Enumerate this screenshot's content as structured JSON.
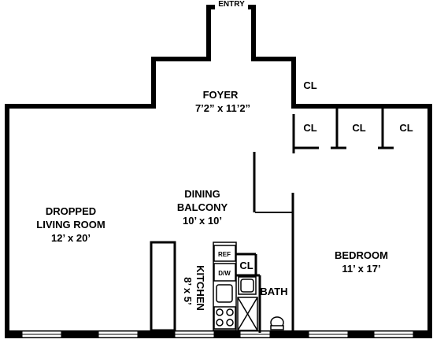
{
  "plan": {
    "entry": "ENTRY",
    "foyer": {
      "name": "FOYER",
      "size": "7’2” x 11’2”"
    },
    "living_room": {
      "name_line1": "DROPPED",
      "name_line2": "LIVING ROOM",
      "size": "12’ x 20’"
    },
    "dining": {
      "name_line1": "DINING",
      "name_line2": "BALCONY",
      "size": "10’ x 10’"
    },
    "kitchen": {
      "name": "KITCHEN",
      "size": "8’ x 5’"
    },
    "bedroom": {
      "name": "BEDROOM",
      "size": "11’ x 17’"
    },
    "bath": {
      "name": "BATH"
    },
    "closet_label": "CL",
    "appliances": {
      "fridge": "REF",
      "dishwasher": "D/W"
    }
  }
}
